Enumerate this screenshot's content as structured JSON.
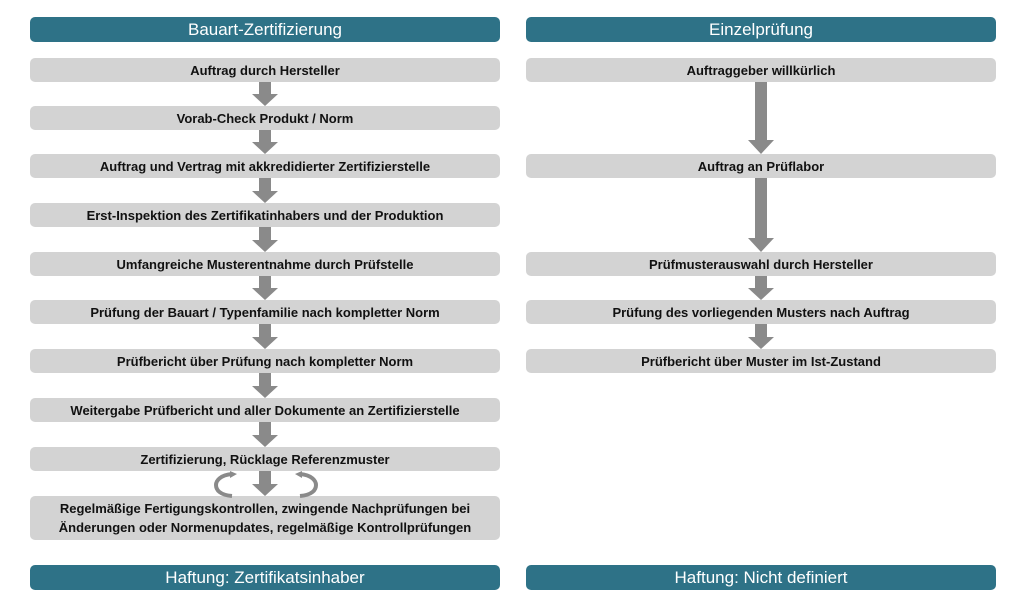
{
  "left": {
    "title": "Bauart-Zertifizierung",
    "steps": [
      "Auftrag durch Hersteller",
      "Vorab-Check Produkt / Norm",
      "Auftrag und Vertrag mit akkredidierter Zertifizierstelle",
      "Erst-Inspektion des Zertifikatinhabers und der Produktion",
      "Umfangreiche Musterentnahme durch Prüfstelle",
      "Prüfung der Bauart / Typenfamilie nach kompletter Norm",
      "Prüfbericht über Prüfung nach kompletter Norm",
      "Weitergabe Prüfbericht und aller Dokumente an Zertifizierstelle",
      "Zertifizierung, Rücklage Referenzmuster"
    ],
    "final_step_lines": [
      "Regelmäßige Fertigungskontrollen, zwingende Nachprüfungen bei",
      "Änderungen oder Normenupdates, regelmäßige Kontrollprüfungen"
    ],
    "liability": "Haftung: Zertifikatsinhaber"
  },
  "right": {
    "title": "Einzelprüfung",
    "steps": [
      "Auftraggeber willkürlich",
      "Auftrag an Prüflabor",
      "Prüfmusterauswahl durch Hersteller",
      "Prüfung des vorliegenden Musters nach Auftrag",
      "Prüfbericht über Muster im Ist-Zustand"
    ],
    "liability": "Haftung: Nicht definiert"
  },
  "colors": {
    "header": "#2e7287",
    "step": "#d3d3d3",
    "arrow": "#8a8a8a"
  }
}
